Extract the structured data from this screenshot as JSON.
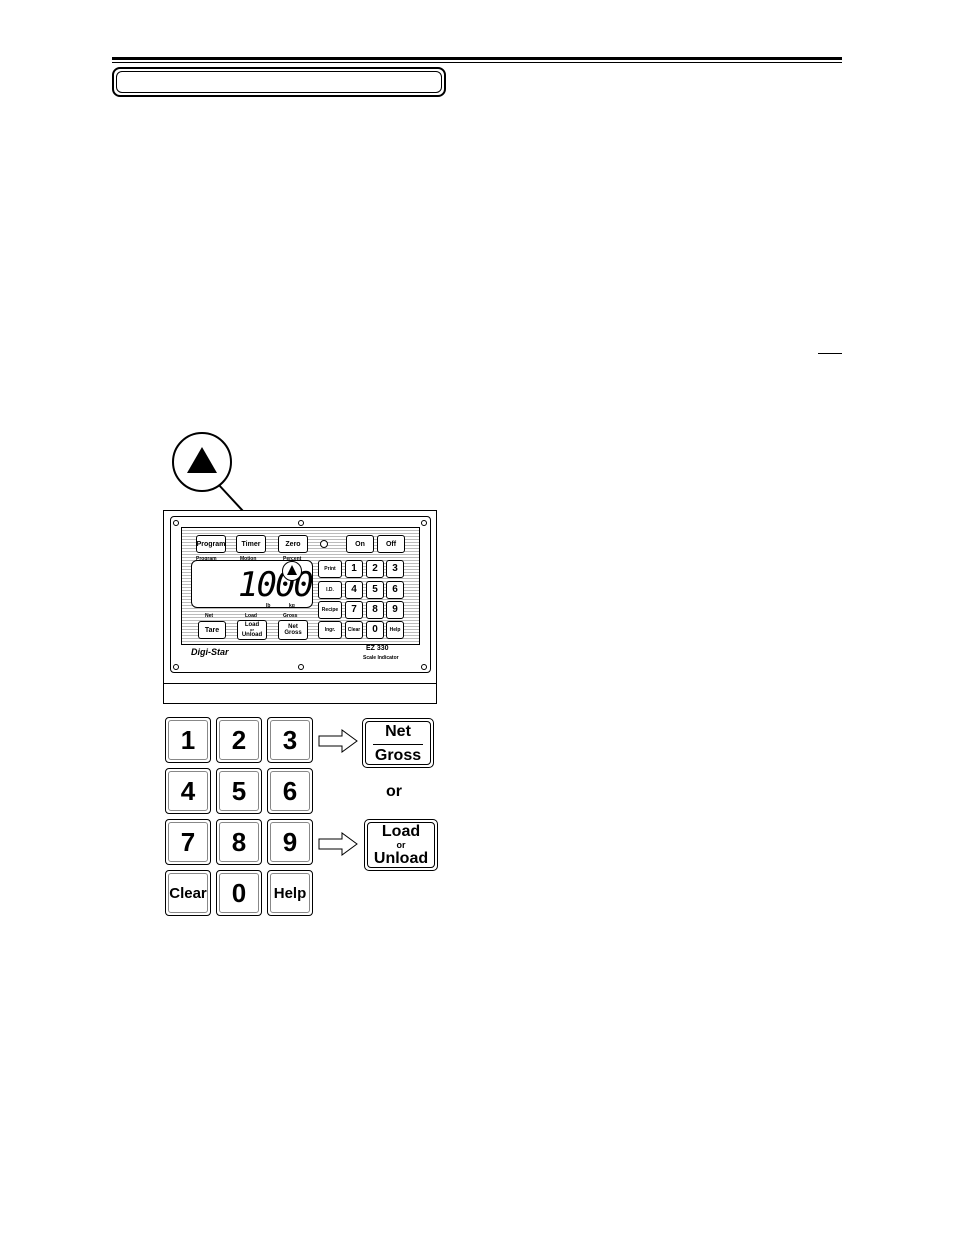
{
  "panel": {
    "top_buttons": [
      "Program",
      "Timer",
      "Zero",
      "On",
      "Off"
    ],
    "status_labels_top": [
      "Program",
      "Motion",
      "Percent"
    ],
    "display_value": "1000",
    "display_small": [
      "lb",
      "kg"
    ],
    "status_labels_bottom": [
      "Net",
      "Load",
      "Gross"
    ],
    "bottom_buttons": {
      "tare": "Tare",
      "load_unload": [
        "Load",
        "or",
        "Unload"
      ],
      "net_gross": [
        "Net",
        "Gross"
      ]
    },
    "side_keys": [
      "Print",
      "I.D.",
      "Recipe",
      "Ingr."
    ],
    "keys": [
      "1",
      "2",
      "3",
      "4",
      "5",
      "6",
      "7",
      "8",
      "9",
      "Clear",
      "0",
      "Help"
    ],
    "brand": "Digi-Star",
    "model": "EZ 330",
    "model_subtitle": "Scale Indicator"
  },
  "keypad": {
    "keys": [
      "1",
      "2",
      "3",
      "4",
      "5",
      "6",
      "7",
      "8",
      "9",
      "Clear",
      "0",
      "Help"
    ]
  },
  "net_gross_button": {
    "top": "Net",
    "bottom": "Gross"
  },
  "or_label": "or",
  "load_unload_button": {
    "top": "Load",
    "mid": "or",
    "bottom": "Unload"
  }
}
